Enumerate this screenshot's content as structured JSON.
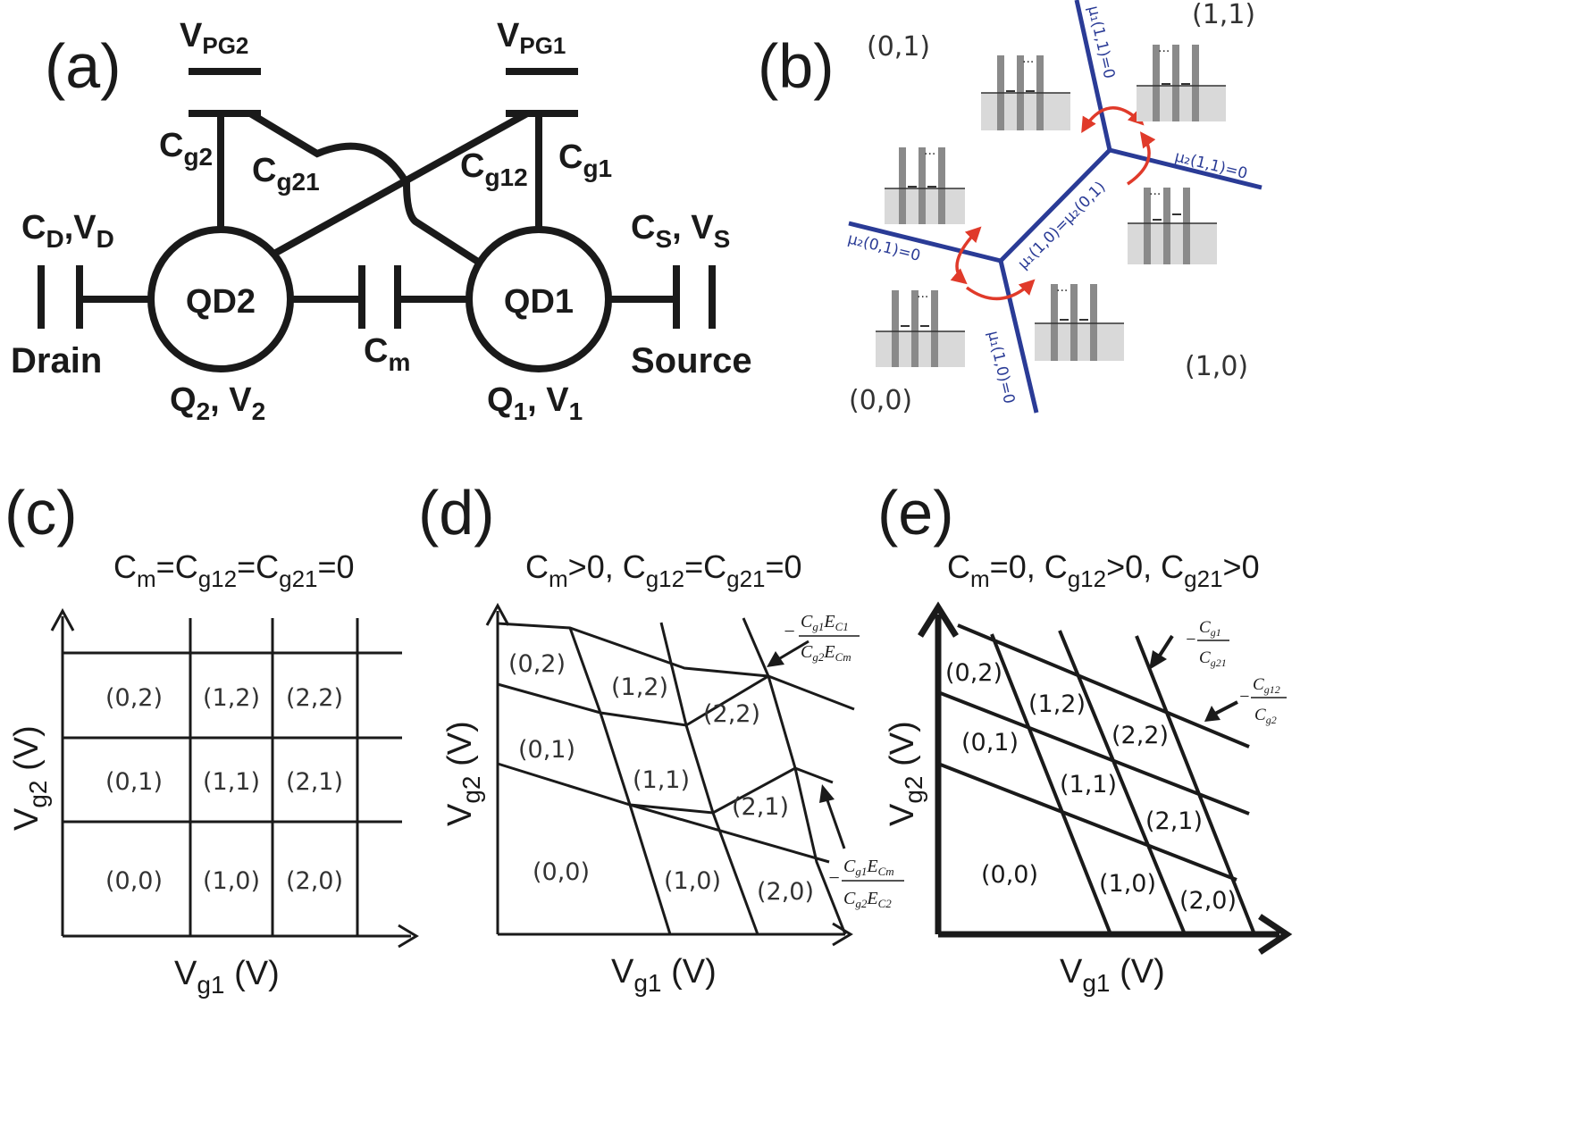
{
  "panel_a": {
    "label": "(a)",
    "vpg2": {
      "main": "V",
      "sub": "PG2"
    },
    "vpg1": {
      "main": "V",
      "sub": "PG1"
    },
    "cg2": {
      "main": "C",
      "sub": "g2"
    },
    "cg21": {
      "main": "C",
      "sub": "g21"
    },
    "cg12": {
      "main": "C",
      "sub": "g12"
    },
    "cg1": {
      "main": "C",
      "sub": "g1"
    },
    "cd_vd": {
      "c": "C",
      "c_sub": "D",
      "v": "V",
      "v_sub": "D"
    },
    "cs_vs": {
      "c": "C",
      "c_sub": "S",
      "v": "V",
      "v_sub": "S"
    },
    "qd2": "QD2",
    "qd1": "QD1",
    "drain": "Drain",
    "source": "Source",
    "cm": {
      "main": "C",
      "sub": "m"
    },
    "q2v2": {
      "q": "Q",
      "q_sub": "2",
      "v": "V",
      "v_sub": "2"
    },
    "q1v1": {
      "q": "Q",
      "q_sub": "1",
      "v": "V",
      "v_sub": "1"
    }
  },
  "panel_b": {
    "label": "(b)",
    "regions": {
      "r01": "(0,1)",
      "r11": "(1,1)",
      "r00": "(0,0)",
      "r10": "(1,0)"
    },
    "lines": {
      "top": "μ₁(1,1)=0",
      "right": "μ₂(1,1)=0",
      "middle": "μ₁(1,0)=μ₂(0,1)",
      "left": "μ₂(0,1)=0",
      "bottom": "μ₁(1,0)=0"
    },
    "dots": "···",
    "colors": {
      "line": "#2a3b96",
      "arrow": "#e03a2a",
      "fill": "#d9d9d9"
    }
  },
  "panel_c": {
    "label": "(c)",
    "condition": {
      "p1": "C",
      "s1": "m",
      "p2": "=C",
      "s2": "g12",
      "p3": "=C",
      "s3": "g21",
      "p4": "=0"
    },
    "xlabel": {
      "main": "V",
      "sub": "g1",
      "rest": " (V)"
    },
    "ylabel": {
      "main": "V",
      "sub": "g2",
      "rest": " (V)"
    },
    "cells": [
      "(0,2)",
      "(1,2)",
      "(2,2)",
      "(0,1)",
      "(1,1)",
      "(2,1)",
      "(0,0)",
      "(1,0)",
      "(2,0)"
    ]
  },
  "panel_d": {
    "label": "(d)",
    "condition": {
      "p1": "C",
      "s1": "m",
      "p2": ">0, C",
      "s2": "g12",
      "p3": "=C",
      "s3": "g21",
      "p4": "=0"
    },
    "xlabel": {
      "main": "V",
      "sub": "g1",
      "rest": " (V)"
    },
    "ylabel": {
      "main": "V",
      "sub": "g2",
      "rest": " (V)"
    },
    "cells": [
      "(0,2)",
      "(1,2)",
      "(2,2)",
      "(0,1)",
      "(1,1)",
      "(2,1)",
      "(0,0)",
      "(1,0)",
      "(2,0)"
    ],
    "ann1": {
      "num": "C",
      "num_s1": "g1",
      "num_m": "E",
      "num_s2": "C1",
      "den": "C",
      "den_s1": "g2",
      "den_m": "E",
      "den_s2": "Cm"
    },
    "ann2": {
      "num": "C",
      "num_s1": "g1",
      "num_m": "E",
      "num_s2": "Cm",
      "den": "C",
      "den_s1": "g2",
      "den_m": "E",
      "den_s2": "C2"
    },
    "minus": "−"
  },
  "panel_e": {
    "label": "(e)",
    "condition": {
      "p1": "C",
      "s1": "m",
      "p2": "=0, C",
      "s2": "g12",
      "p3": ">0, C",
      "s3": "g21",
      "p4": ">0"
    },
    "xlabel": {
      "main": "V",
      "sub": "g1",
      "rest": " (V)"
    },
    "ylabel": {
      "main": "V",
      "sub": "g2",
      "rest": " (V)"
    },
    "cells": [
      "(0,2)",
      "(1,2)",
      "(2,2)",
      "(0,1)",
      "(1,1)",
      "(2,1)",
      "(0,0)",
      "(1,0)",
      "(2,0)"
    ],
    "ann1": {
      "num": "C",
      "num_s": "g1",
      "den": "C",
      "den_s": "g21"
    },
    "ann2": {
      "num": "C",
      "num_s": "g12",
      "den": "C",
      "den_s": "g2"
    },
    "minus": "−"
  }
}
